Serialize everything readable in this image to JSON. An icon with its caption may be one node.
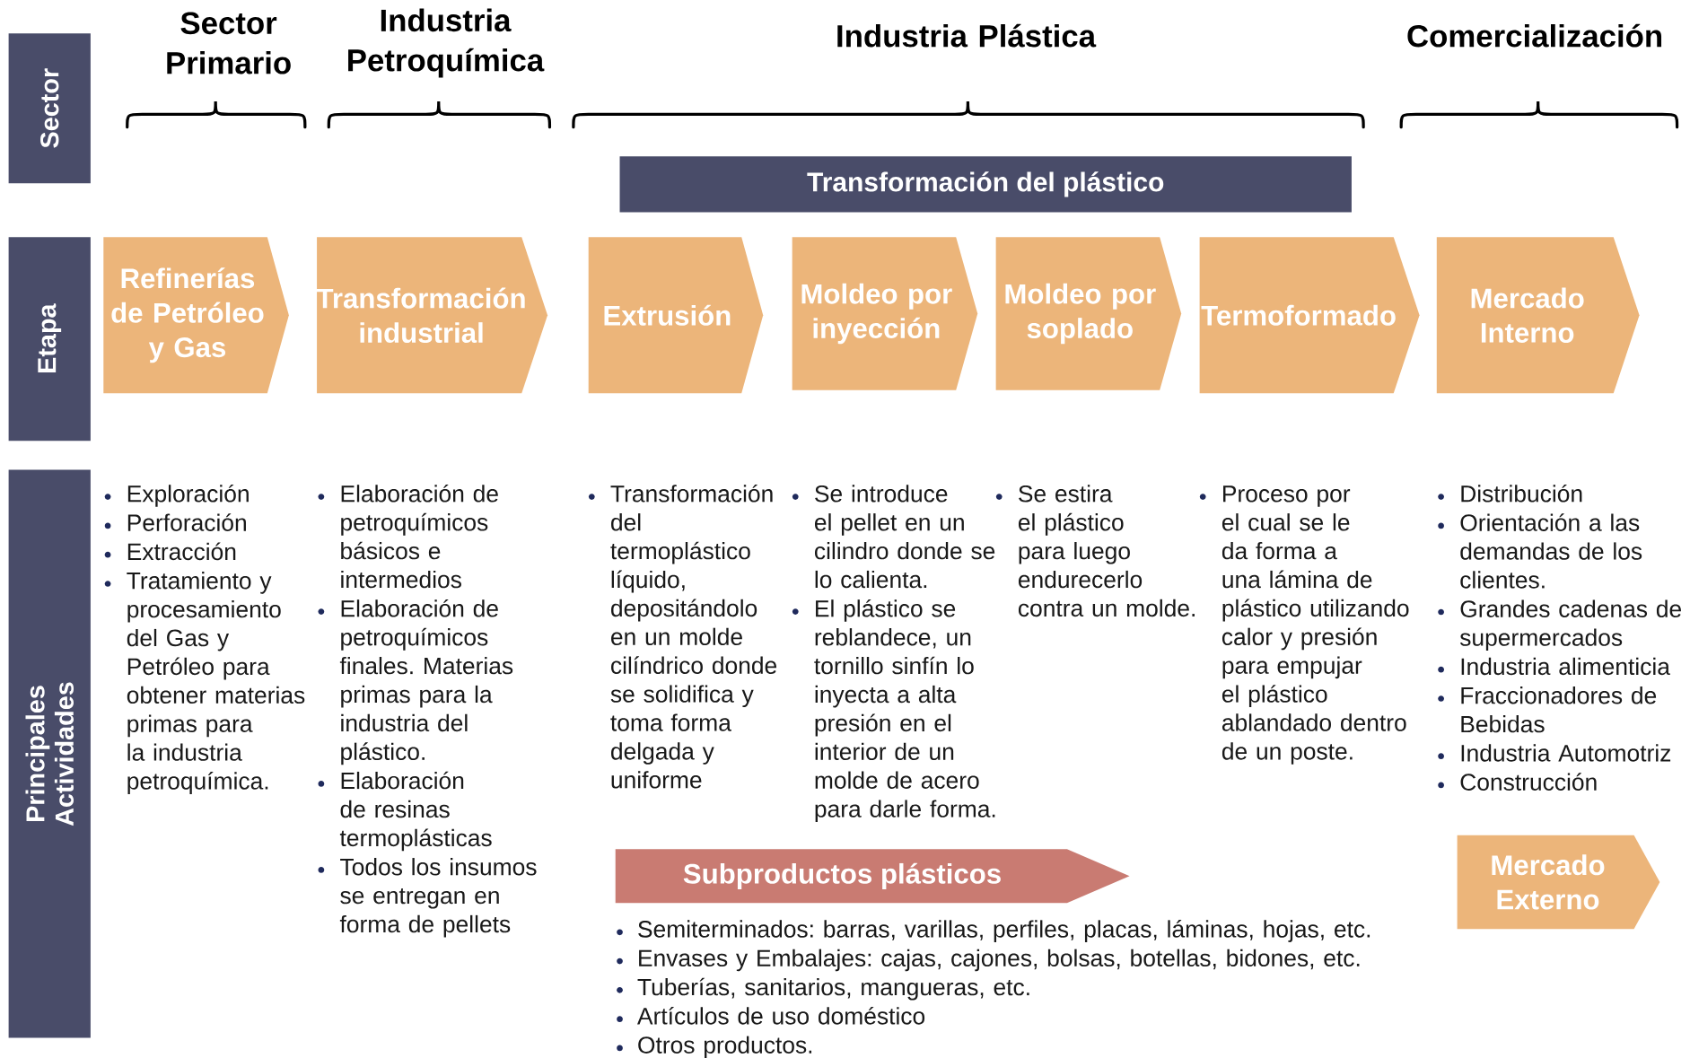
{
  "diagram": {
    "nodes": [
      {
        "text": [
          "Sector"
        ]
      },
      {
        "text": [
          "Etapa"
        ]
      },
      {
        "text": [
          "Principales Actividades"
        ]
      },
      {
        "text": [
          "Transformación del plástico"
        ]
      },
      {
        "text": [
          "Refinerías de Petróleo y Gas"
        ]
      },
      {
        "text": [
          "Transformación industrial"
        ]
      },
      {
        "text": [
          "Extrusión"
        ]
      },
      {
        "text": [
          "Moldeo por inyección"
        ]
      },
      {
        "text": [
          "Moldeo por soplado"
        ]
      },
      {
        "text": [
          "Termoformado"
        ]
      },
      {
        "text": [
          "Mercado Interno"
        ]
      },
      {
        "text": [
          "Subproductos plásticos"
        ]
      },
      {
        "text": [
          "Mercado Externo"
        ]
      }
    ],
    "labels": [
      "Sector Primario",
      "Industria Petroquímica",
      "Industria Plástica",
      "Comercialización",
      "Exploración",
      "Perforación",
      "Extracción",
      "Tratamiento y procesamiento del Gas y Petróleo para obtener materias primas para la industria petroquímica.",
      "Elaboración de petroquímicos básicos e intermedios",
      "Elaboración de petroquímicos finales. Materias primas para la industria del plástico.",
      "Elaboración de resinas termoplásticas",
      "Todos los insumos se entregan en forma de pellets",
      "Transformación del termoplástico líquido, depositándolo en un molde cilíndrico donde se solidifica y toma forma delgada y uniforme",
      "Se introduce el pellet en un cilindro donde se lo calienta.",
      "El plástico se reblandece, un tornillo sinfín lo inyecta a alta presión en el interior de un molde de acero para darle forma.",
      "Se estira el plástico para luego endurecerlo contra un molde.",
      "Proceso por el cual se le da forma a una lámina de plástico utilizando calor y presión para empujar el plástico ablandado dentro de un poste.",
      "Distribución",
      "Orientación a las demandas de los clientes.",
      "Grandes cadenas de supermercados",
      "Industria alimenticia",
      "Fraccionadores de Bebidas",
      "Industria Automotriz",
      "Construcción",
      "Semiterminados: barras, varillas, perfiles, placas, láminas, hojas, etc.",
      "Envases y Embalajes: cajas, cajones, bolsas, botellas, bidones, etc.",
      "Tuberías, sanitarios, mangueras, etc.",
      "Artículos de uso doméstico",
      "Otros productos."
    ]
  }
}
